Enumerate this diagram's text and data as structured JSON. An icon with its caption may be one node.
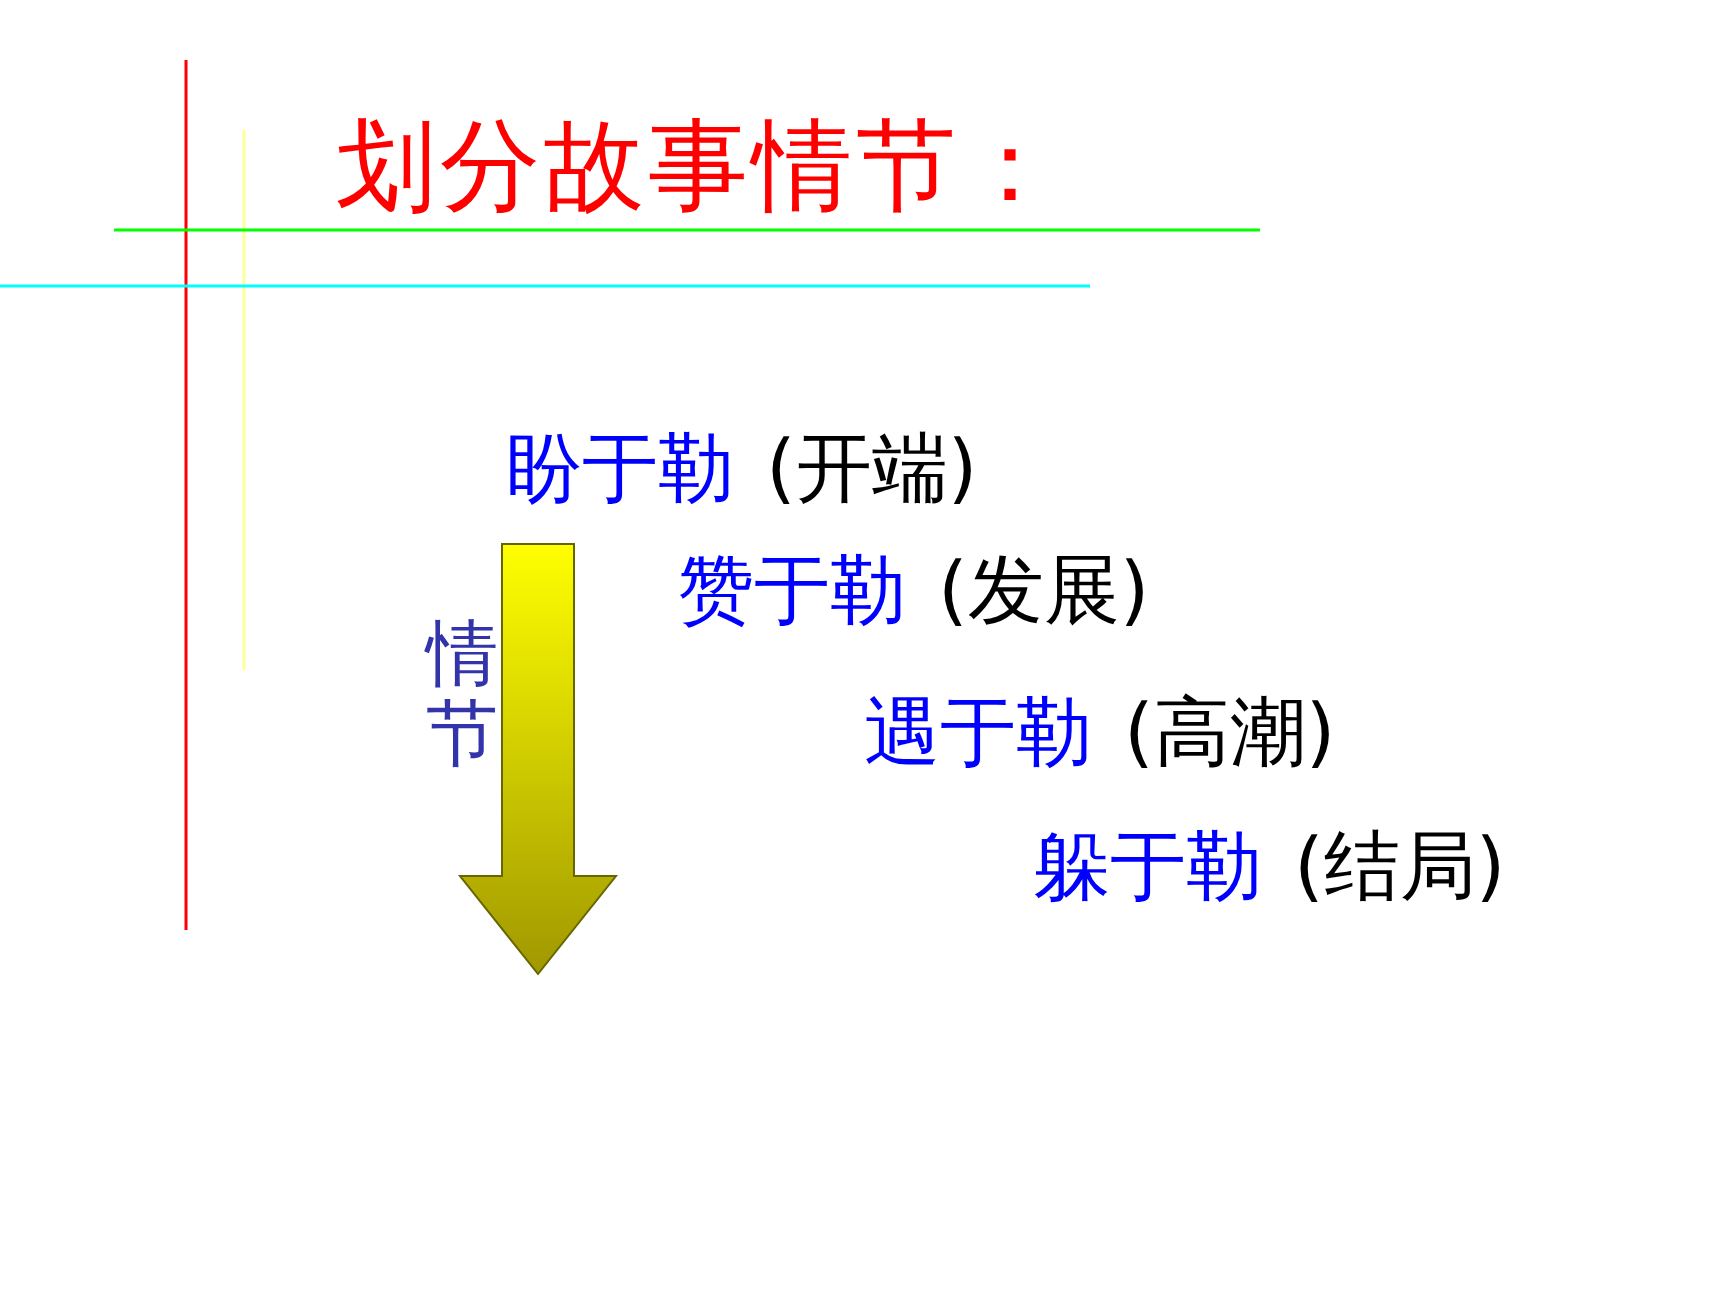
{
  "diagram": {
    "title": "划分故事情节：",
    "labels": [
      "盼于勒",
      "(开端)",
      "赞于勒",
      "(发展)",
      "遇于勒",
      "(高潮)",
      "躲于勒",
      "(结局)",
      "情节"
    ]
  }
}
